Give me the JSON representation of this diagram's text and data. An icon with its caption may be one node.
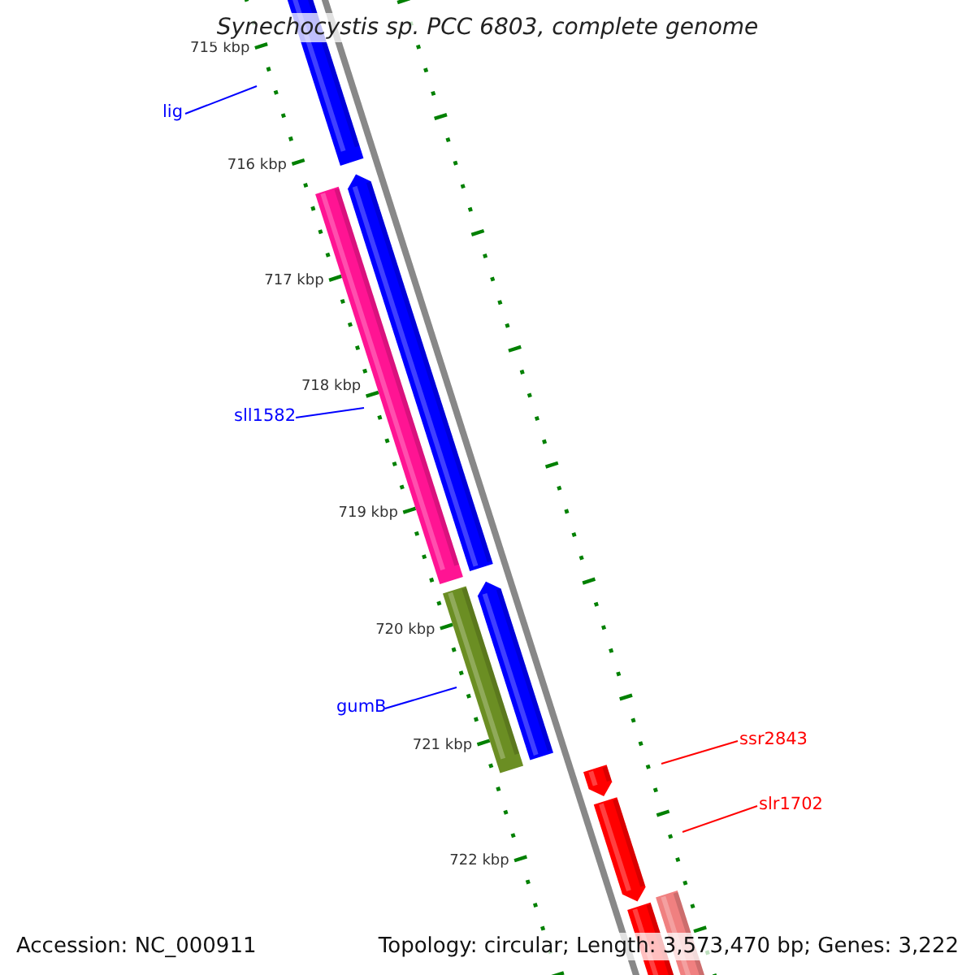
{
  "diagram": {
    "title": "Synechocystis sp. PCC 6803, complete genome",
    "nodes": [
      {
        "text": [
          "lig"
        ]
      },
      {
        "text": [
          "sll1582"
        ]
      },
      {
        "text": [
          "gumB"
        ]
      },
      {
        "text": [
          "ssr2843"
        ]
      },
      {
        "text": [
          "slr1702"
        ]
      }
    ],
    "edges": [
      {
        "from": 0,
        "to": null,
        "arrow": "none"
      },
      {
        "from": 1,
        "to": null,
        "arrow": "none"
      },
      {
        "from": 2,
        "to": null,
        "arrow": "none"
      },
      {
        "from": 3,
        "to": null,
        "arrow": "none",
        "color": "#ff0000"
      },
      {
        "from": 4,
        "to": null,
        "arrow": "none",
        "color": "#ff0000"
      }
    ],
    "labels": [
      "715 kbp",
      "716 kbp",
      "717 kbp",
      "718 kbp",
      "719 kbp",
      "720 kbp",
      "721 kbp",
      "722 kbp",
      "Accession: NC_000911",
      "Topology: circular; Length: 3,573,470 bp; Genes: 3,222"
    ]
  }
}
